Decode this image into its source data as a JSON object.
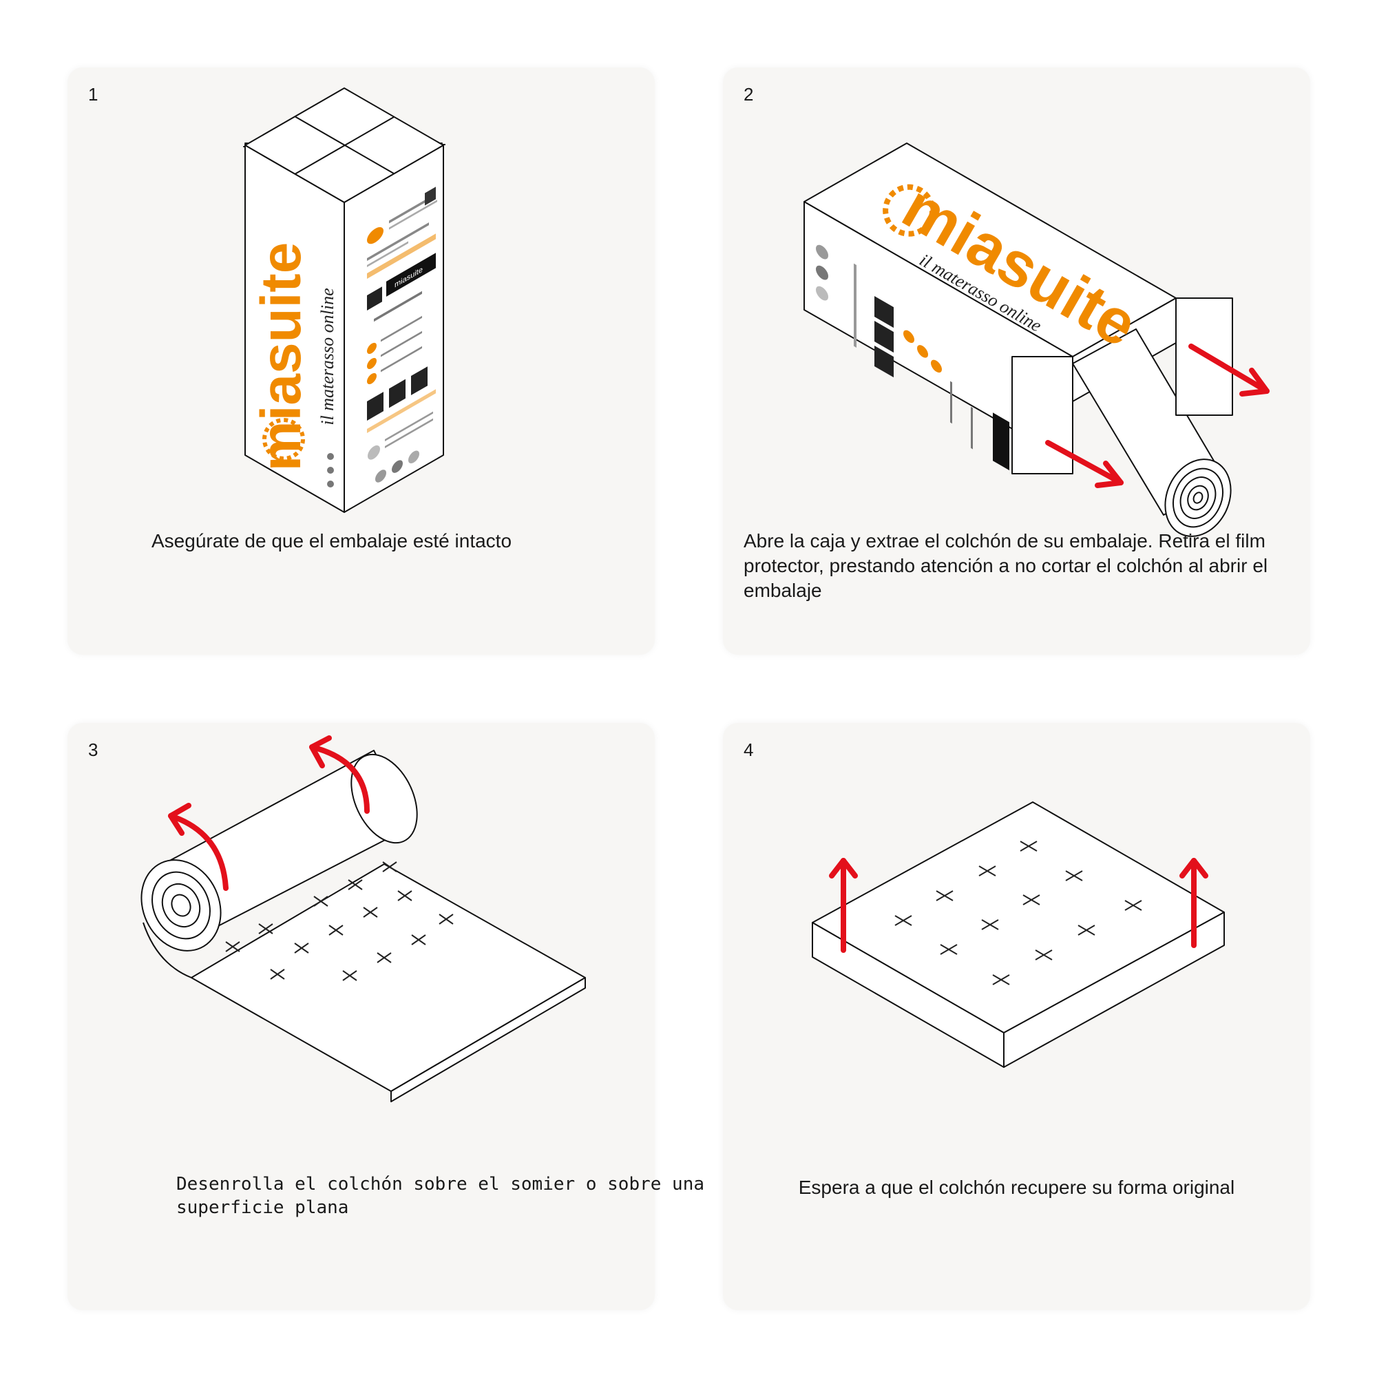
{
  "colors": {
    "arrow": "#e3101b",
    "brand_orange": "#f08a00",
    "panel_bg": "#f7f6f4",
    "line": "#111111"
  },
  "steps": [
    {
      "number": "1",
      "caption": "Asegúrate de que el embalaje esté intacto",
      "illustration": "mattress-box-icon",
      "brand": "miasuite",
      "tagline": "il materasso online"
    },
    {
      "number": "2",
      "caption": "Abre la caja y extrae el colchón de su embalaje. Retira el film protector, prestando atención a no cortar el colchón al abrir el embalaje",
      "illustration": "open-box-rolled-mattress-icon",
      "brand": "miasuite",
      "tagline": "il materasso online"
    },
    {
      "number": "3",
      "caption": "Desenrolla el colchón sobre el somier o sobre una superficie plana",
      "illustration": "unrolling-mattress-icon"
    },
    {
      "number": "4",
      "caption": "Espera a que el colchón recupere su forma original",
      "illustration": "expanding-mattress-icon"
    }
  ]
}
